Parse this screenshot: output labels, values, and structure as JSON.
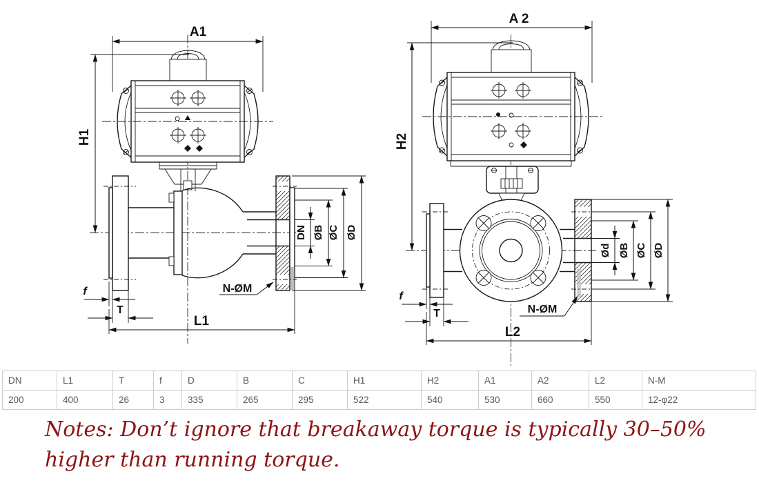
{
  "drawing": {
    "left_view": {
      "width_label": "A1",
      "height_label": "H1",
      "bore_label": "DN",
      "face_dia_label": "ØB",
      "bolt_circle_label": "ØC",
      "flange_dia_label": "ØD",
      "bolt_holes_label": "N-ØM",
      "raised_face_label": "f",
      "flange_thickness_label": "T",
      "length_label": "L1"
    },
    "right_view": {
      "width_label": "A 2",
      "height_label": "H2",
      "bore_label": "Ød",
      "face_dia_label": "ØB",
      "bolt_circle_label": "ØC",
      "flange_dia_label": "ØD",
      "bolt_holes_label": "N-ØM",
      "raised_face_label": "f",
      "flange_thickness_label": "T",
      "length_label": "L2"
    }
  },
  "table": {
    "headers": [
      "DN",
      "L1",
      "T",
      "f",
      "D",
      "B",
      "C",
      "H1",
      "H2",
      "A1",
      "A2",
      "L2",
      "N-M"
    ],
    "values": [
      "200",
      "400",
      "26",
      "3",
      "335",
      "265",
      "295",
      "522",
      "540",
      "530",
      "660",
      "550",
      "12-φ22"
    ]
  },
  "notes": {
    "lines": [
      "Notes: Don’t ignore that breakaway torque is typically 30–50%",
      "higher than running torque."
    ]
  },
  "colors": {
    "note_text": "#8e1414",
    "drawing_line": "#1a1a1a",
    "table_border": "#cccccc",
    "table_text": "#595959"
  }
}
